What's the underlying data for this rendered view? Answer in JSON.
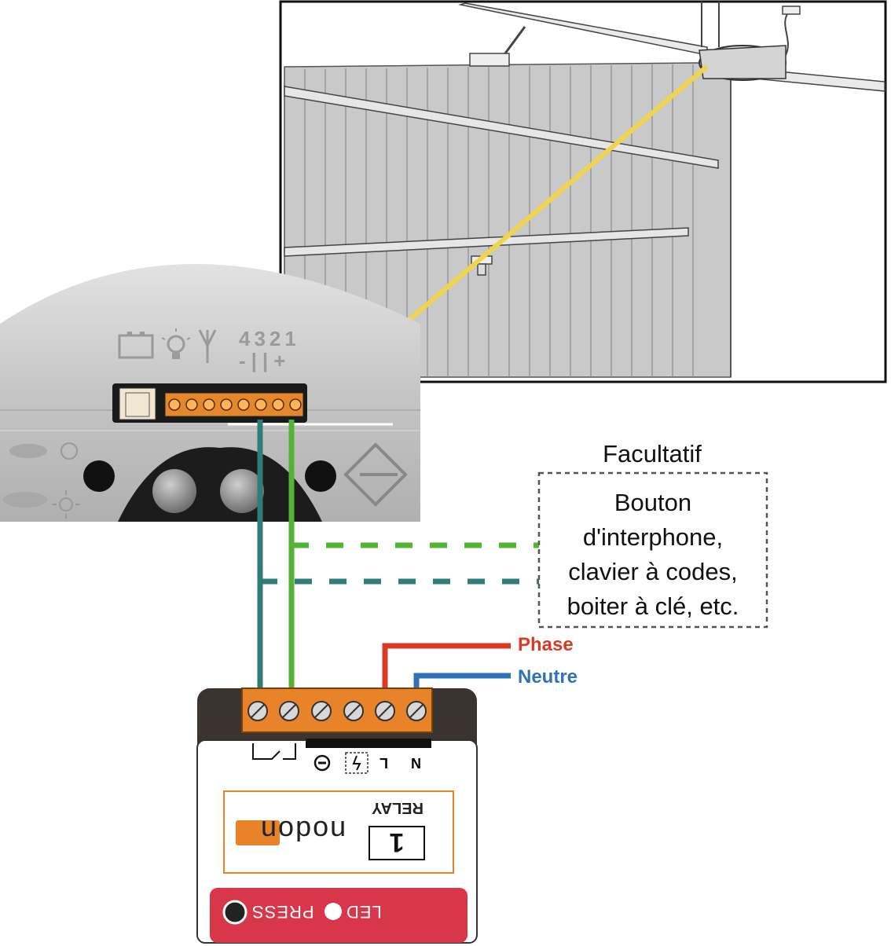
{
  "optional": {
    "title": "Facultatif",
    "lines": [
      "Bouton",
      "d'interphone,",
      "clavier à codes,",
      "boiter à clé, etc."
    ]
  },
  "wires": {
    "phase_label": "Phase",
    "neutral_label": "Neutre",
    "phase_color": "#d93a22",
    "neutral_color": "#2f72b9",
    "contact_a_color": "#2f7d77",
    "contact_b_color": "#53b335"
  },
  "opener": {
    "terminal_numbers": "4321",
    "terminal_signs": "-||+"
  },
  "module": {
    "brand": "nodon",
    "relay_label": "RELAY",
    "channel": "1",
    "press_label": "PRESS",
    "led_label": "LED",
    "terminal_l": "L",
    "terminal_n": "N",
    "accent_color": "#e8832a",
    "panel_color": "#d8374a"
  },
  "icons": [
    "relay-contact-icon",
    "minus-terminal-icon",
    "switch-input-icon",
    "battery-icon",
    "light-icon",
    "antenna-icon",
    "turtle-icon",
    "rabbit-icon",
    "sun-icon",
    "arrow-icon"
  ]
}
